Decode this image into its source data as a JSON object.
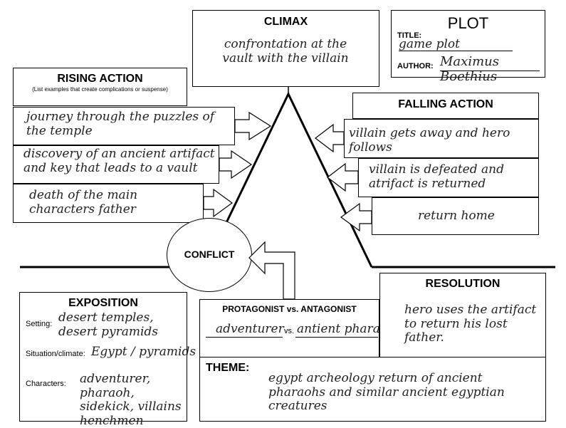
{
  "plot": {
    "heading": "PLOT",
    "title_label": "TITLE:",
    "title_value": "game plot",
    "author_label": "AUTHOR:",
    "author_value": "Maximus Boethius"
  },
  "climax": {
    "heading": "CLIMAX",
    "text": "confrontation at the vault with the villain"
  },
  "rising_action": {
    "heading": "RISING ACTION",
    "subheading": "(List examples that create complications or suspense)",
    "items": [
      "journey through the puzzles of the temple",
      "discovery of an ancient artifact and key that leads to a vault",
      "death of the main characters father"
    ]
  },
  "falling_action": {
    "heading": "FALLING ACTION",
    "items": [
      "villain gets away and hero follows",
      "villain is defeated and atrifact is returned",
      "return home"
    ]
  },
  "conflict": {
    "heading": "CONFLICT",
    "protagonist_label": "PROTAGONIST vs. ANTAGONIST",
    "protagonist": "adventurer",
    "vs": "vs.",
    "antagonist": "antient pharaoh"
  },
  "exposition": {
    "heading": "EXPOSITION",
    "setting_label": "Setting:",
    "setting": "desert temples, desert pyramids",
    "situation_label": "Situation/climate:",
    "situation": "Egypt / pyramids",
    "characters_label": "Characters:",
    "characters": "adventurer, pharaoh, sidekick, villains henchmen"
  },
  "resolution": {
    "heading": "RESOLUTION",
    "text": "hero uses the artifact to return his lost father."
  },
  "theme": {
    "heading": "THEME:",
    "text": "egypt archeology return of ancient pharaohs and similar ancient egyptian creatures"
  }
}
